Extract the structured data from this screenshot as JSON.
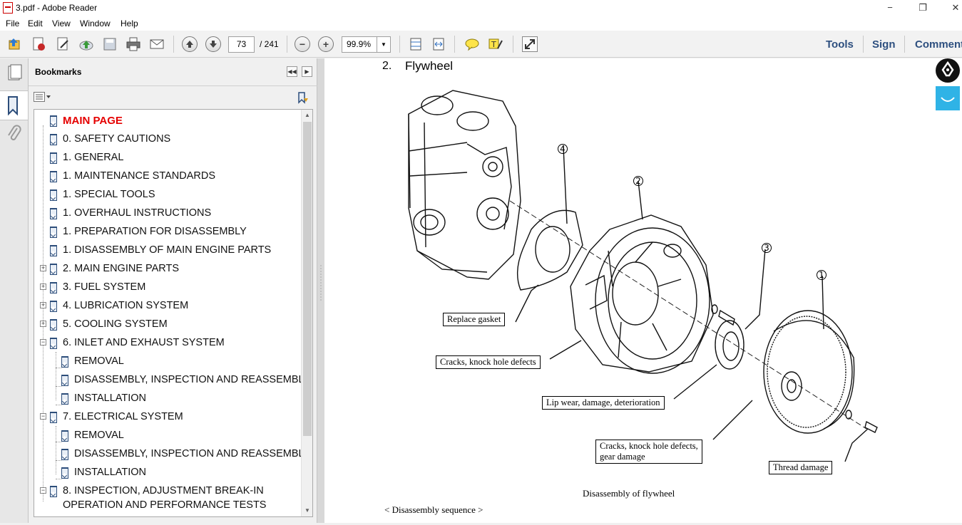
{
  "window": {
    "title": "3.pdf - Adobe Reader",
    "minimize": "−",
    "restore": "❐",
    "close": "✕"
  },
  "menu": [
    "File",
    "Edit",
    "View",
    "Window",
    "Help"
  ],
  "toolbar": {
    "page_current": "73",
    "page_total": "/ 241",
    "zoom": "99.9%",
    "zoom_out": "−",
    "zoom_in": "+",
    "links": {
      "tools": "Tools",
      "sign": "Sign",
      "comment": "Comment"
    }
  },
  "bookmarks": {
    "header": "Bookmarks",
    "items": [
      {
        "label": "MAIN PAGE"
      },
      {
        "label": "0. SAFETY CAUTIONS"
      },
      {
        "label": "1. GENERAL"
      },
      {
        "label": "1. MAINTENANCE STANDARDS"
      },
      {
        "label": "1. SPECIAL TOOLS"
      },
      {
        "label": "1. OVERHAUL INSTRUCTIONS"
      },
      {
        "label": "1. PREPARATION FOR DISASSEMBLY"
      },
      {
        "label": "1. DISASSEMBLY OF MAIN ENGINE PARTS"
      },
      {
        "label": "2. MAIN ENGINE PARTS"
      },
      {
        "label": "3. FUEL SYSTEM"
      },
      {
        "label": "4. LUBRICATION SYSTEM"
      },
      {
        "label": "5. COOLING SYSTEM"
      },
      {
        "label": "6. INLET AND EXHAUST SYSTEM"
      },
      {
        "label": "REMOVAL"
      },
      {
        "label": "DISASSEMBLY, INSPECTION AND REASSEMBLY"
      },
      {
        "label": "INSTALLATION"
      },
      {
        "label": "7. ELECTRICAL SYSTEM"
      },
      {
        "label": "REMOVAL"
      },
      {
        "label": "DISASSEMBLY, INSPECTION AND REASSEMBLY"
      },
      {
        "label": "INSTALLATION"
      },
      {
        "label": "8. INSPECTION, ADJUSTMENT BREAK-IN"
      },
      {
        "label": "OPERATION AND PERFORMANCE TESTS"
      }
    ]
  },
  "document": {
    "heading_num": "2.",
    "heading": "Flywheel",
    "labels": {
      "n4": "4",
      "n2": "2",
      "n3": "3",
      "n1": "1"
    },
    "callouts": {
      "replace_gasket": "Replace gasket",
      "cracks_knock": "Cracks, knock hole defects",
      "lip_wear": "Lip wear, damage, deterioration",
      "cracks_gear_1": "Cracks, knock hole defects,",
      "cracks_gear_2": "gear damage",
      "thread": "Thread damage"
    },
    "caption": "Disassembly of flywheel",
    "sequence": "< Disassembly sequence >"
  }
}
